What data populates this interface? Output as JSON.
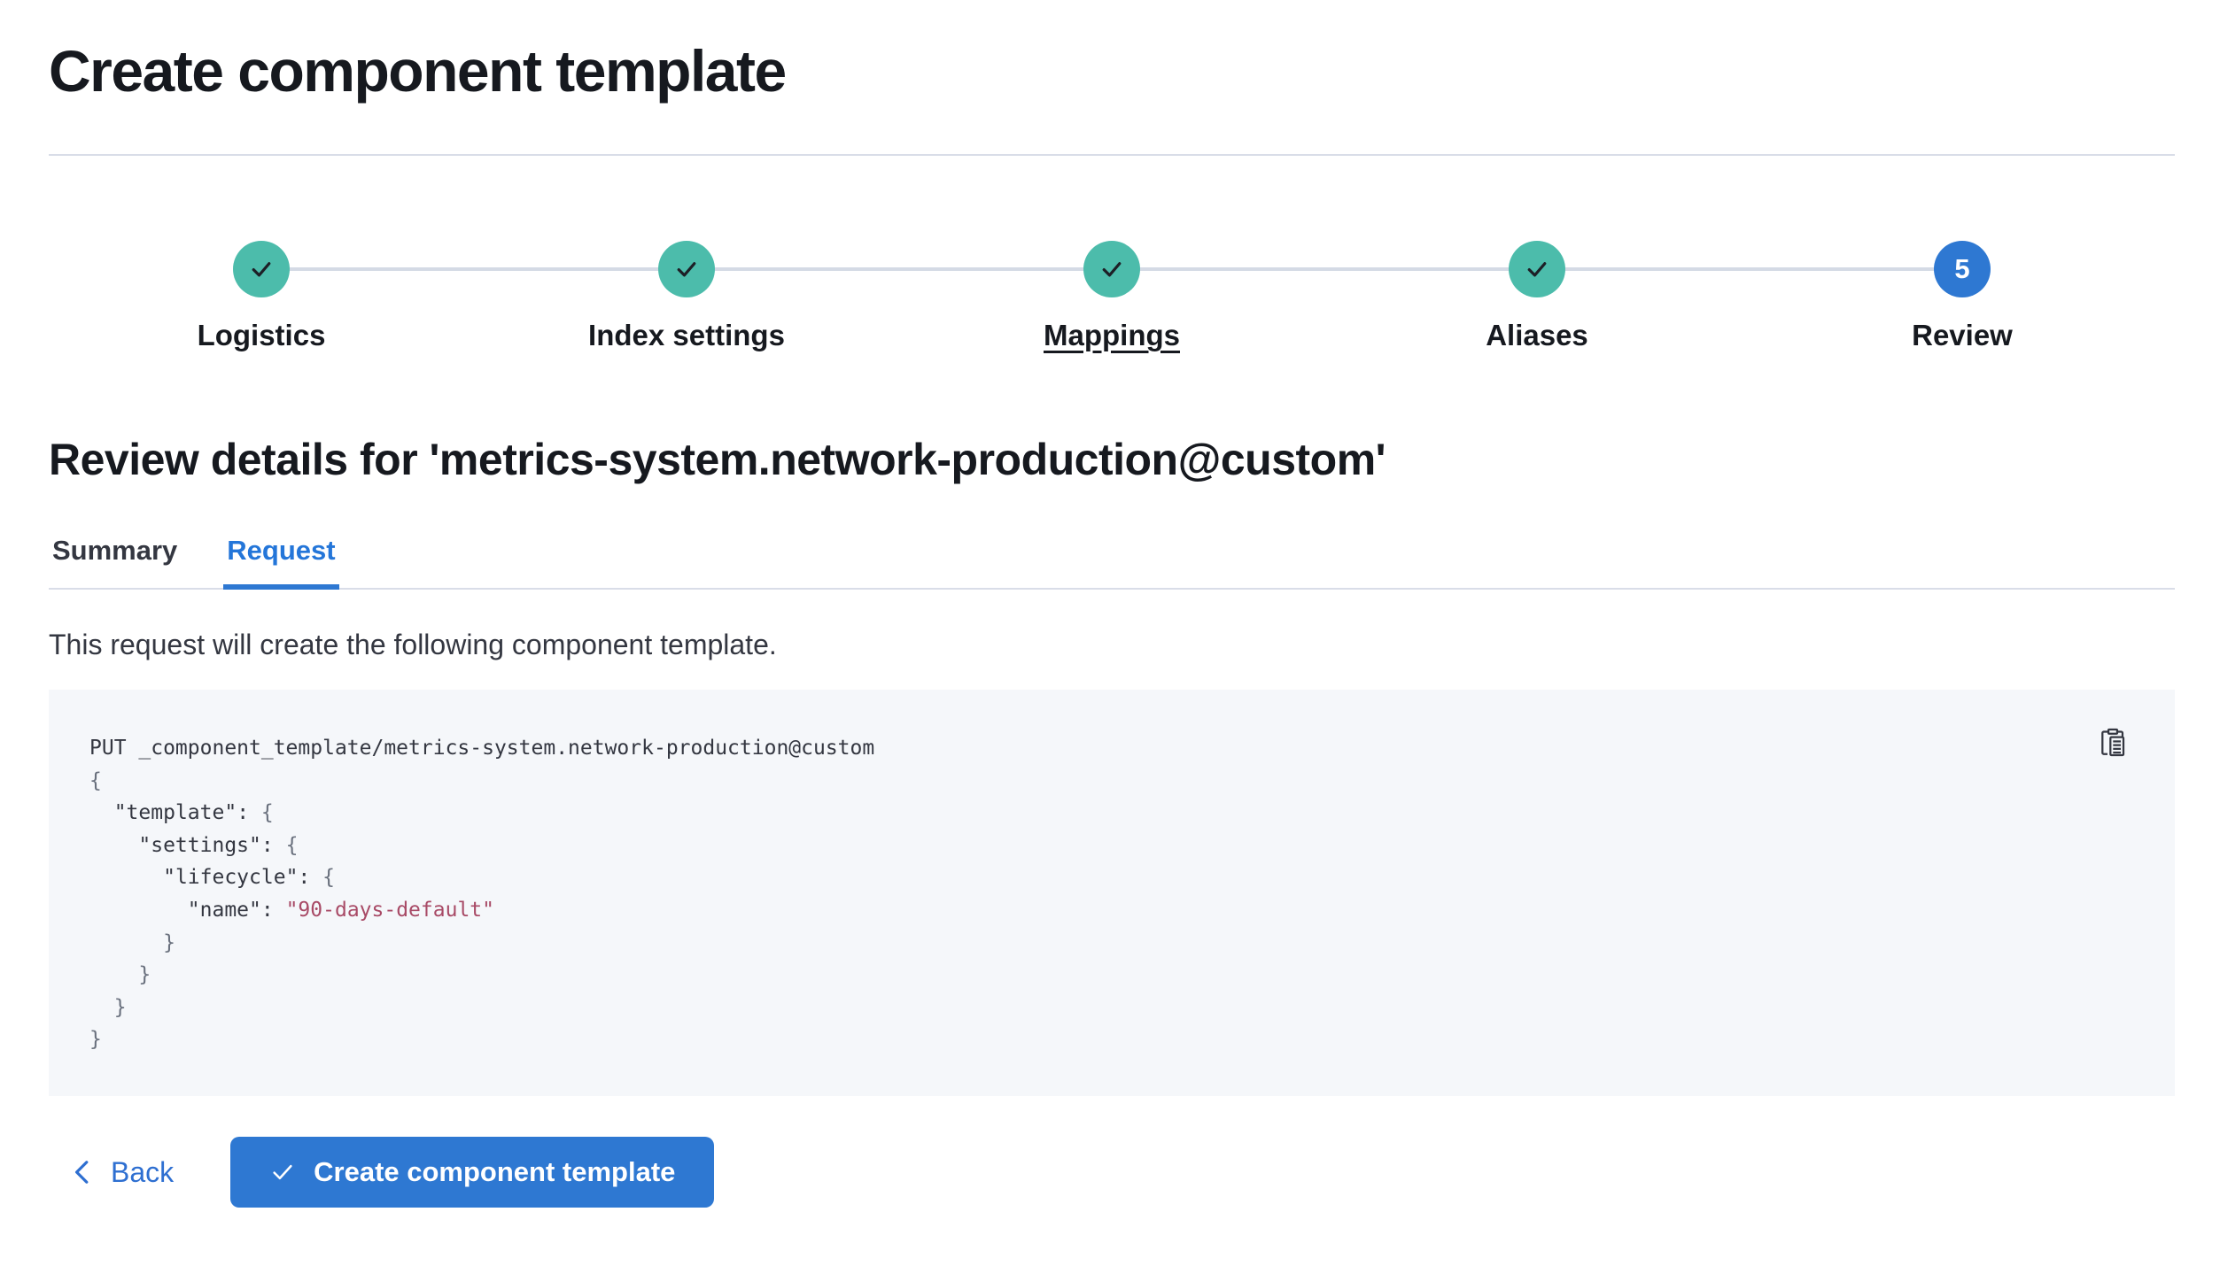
{
  "page": {
    "title": "Create component template"
  },
  "stepper": {
    "steps": [
      {
        "label": "Logistics",
        "status": "complete",
        "underlined": false
      },
      {
        "label": "Index settings",
        "status": "complete",
        "underlined": false
      },
      {
        "label": "Mappings",
        "status": "complete",
        "underlined": true
      },
      {
        "label": "Aliases",
        "status": "complete",
        "underlined": false
      },
      {
        "label": "Review",
        "status": "current",
        "number": "5",
        "underlined": false
      }
    ]
  },
  "review": {
    "heading": "Review details for 'metrics-system.network-production@custom'",
    "tabs": [
      {
        "label": "Summary",
        "active": false
      },
      {
        "label": "Request",
        "active": true
      }
    ],
    "description": "This request will create the following component template."
  },
  "code": {
    "copy_icon": "copy-clipboard-icon",
    "lines": [
      [
        {
          "t": "PUT _component_template/metrics-system.network-production@custom",
          "c": "plain"
        }
      ],
      [
        {
          "t": "{",
          "c": "brace"
        }
      ],
      [
        {
          "t": "  ",
          "c": "plain"
        },
        {
          "t": "\"template\"",
          "c": "key"
        },
        {
          "t": ": ",
          "c": "plain"
        },
        {
          "t": "{",
          "c": "brace"
        }
      ],
      [
        {
          "t": "    ",
          "c": "plain"
        },
        {
          "t": "\"settings\"",
          "c": "key"
        },
        {
          "t": ": ",
          "c": "plain"
        },
        {
          "t": "{",
          "c": "brace"
        }
      ],
      [
        {
          "t": "      ",
          "c": "plain"
        },
        {
          "t": "\"lifecycle\"",
          "c": "key"
        },
        {
          "t": ": ",
          "c": "plain"
        },
        {
          "t": "{",
          "c": "brace"
        }
      ],
      [
        {
          "t": "        ",
          "c": "plain"
        },
        {
          "t": "\"name\"",
          "c": "key"
        },
        {
          "t": ": ",
          "c": "plain"
        },
        {
          "t": "\"90-days-default\"",
          "c": "string"
        }
      ],
      [
        {
          "t": "      }",
          "c": "brace"
        }
      ],
      [
        {
          "t": "    }",
          "c": "brace"
        }
      ],
      [
        {
          "t": "  }",
          "c": "brace"
        }
      ],
      [
        {
          "t": "}",
          "c": "brace"
        }
      ]
    ]
  },
  "footer": {
    "back_label": "Back",
    "submit_label": "Create component template"
  },
  "colors": {
    "accent_blue": "#2e78d2",
    "tab_blue": "#2476d9",
    "success_teal": "#4cbcab",
    "text_dark": "#16191f",
    "text_gray": "#343741",
    "divider": "#d9dde8",
    "code_background": "#f5f7fa",
    "code_string": "#a84a66"
  }
}
